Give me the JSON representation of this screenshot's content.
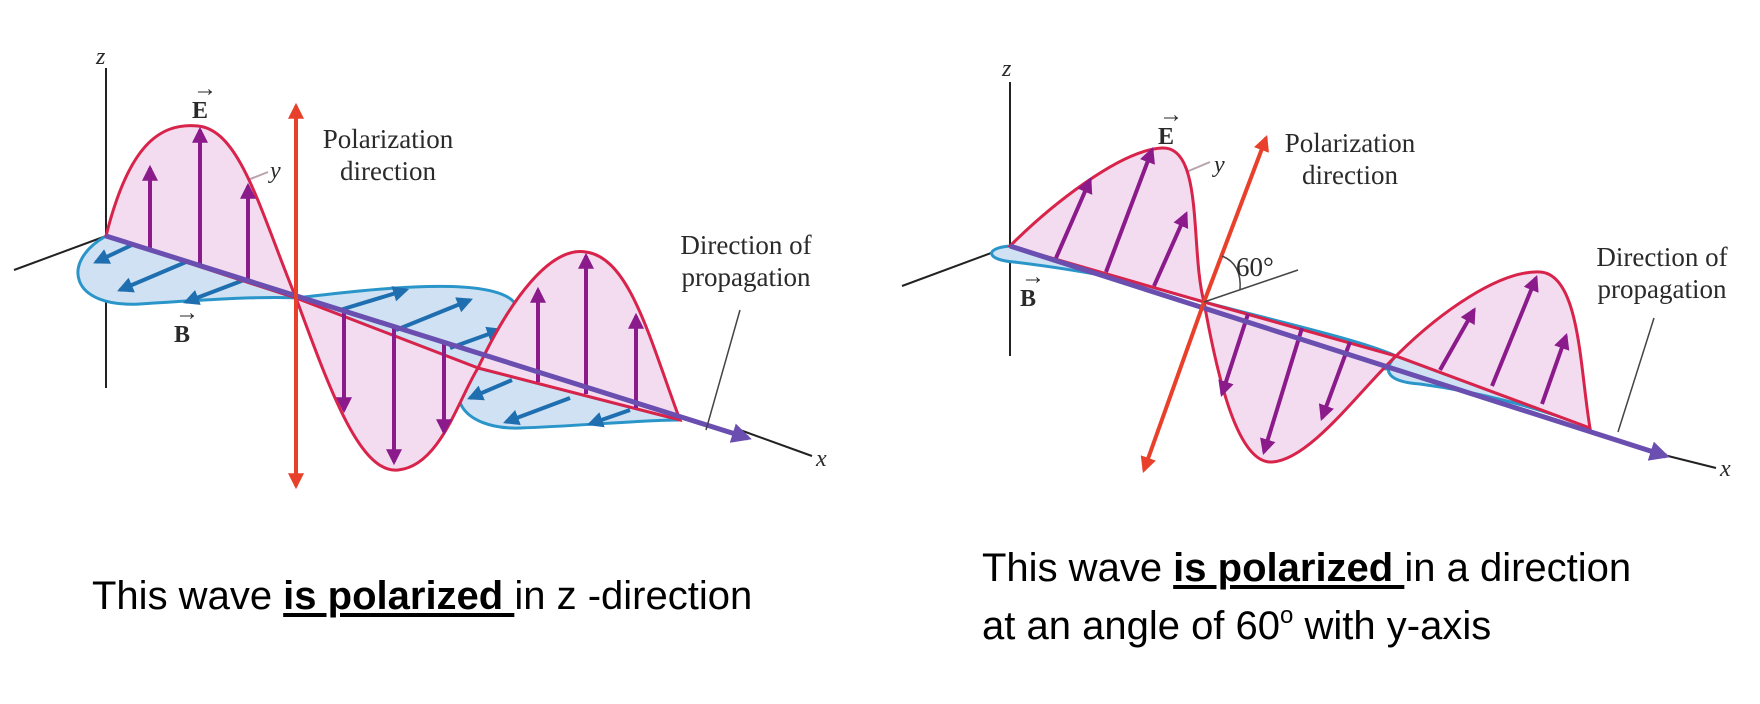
{
  "left_diagram": {
    "axis_x": "x",
    "axis_y": "y",
    "axis_z": "z",
    "e_label": "E",
    "b_label": "B",
    "polarization_line1": "Polarization",
    "polarization_line2": "direction",
    "propagation_line1": "Direction of",
    "propagation_line2": "propagation",
    "caption": {
      "prefix": "This wave ",
      "bold": "is polarized ",
      "suffix": "in z -direction"
    }
  },
  "right_diagram": {
    "axis_x": "x",
    "axis_y": "y",
    "axis_z": "z",
    "e_label": "E",
    "b_label": "B",
    "angle_label": "60°",
    "polarization_line1": "Polarization",
    "polarization_line2": "direction",
    "propagation_line1": "Direction of",
    "propagation_line2": "propagation",
    "caption": {
      "line1_prefix": "This wave ",
      "line1_bold": "is polarized ",
      "line1_suffix": "in a direction",
      "line2_prefix": "at an angle of 60",
      "line2_sup": "o",
      "line2_suffix": " with y-axis"
    }
  },
  "colors": {
    "e_field": "#d8234a",
    "e_fill": "#f3dcef",
    "e_arrow": "#8b1a8b",
    "b_field": "#2a95c9",
    "b_fill": "#cfe1f3",
    "b_arrow": "#1f6fb0",
    "polarization_arrow": "#e8402a",
    "propagation_axis": "#6a4fb0",
    "axis_line": "#222222"
  }
}
